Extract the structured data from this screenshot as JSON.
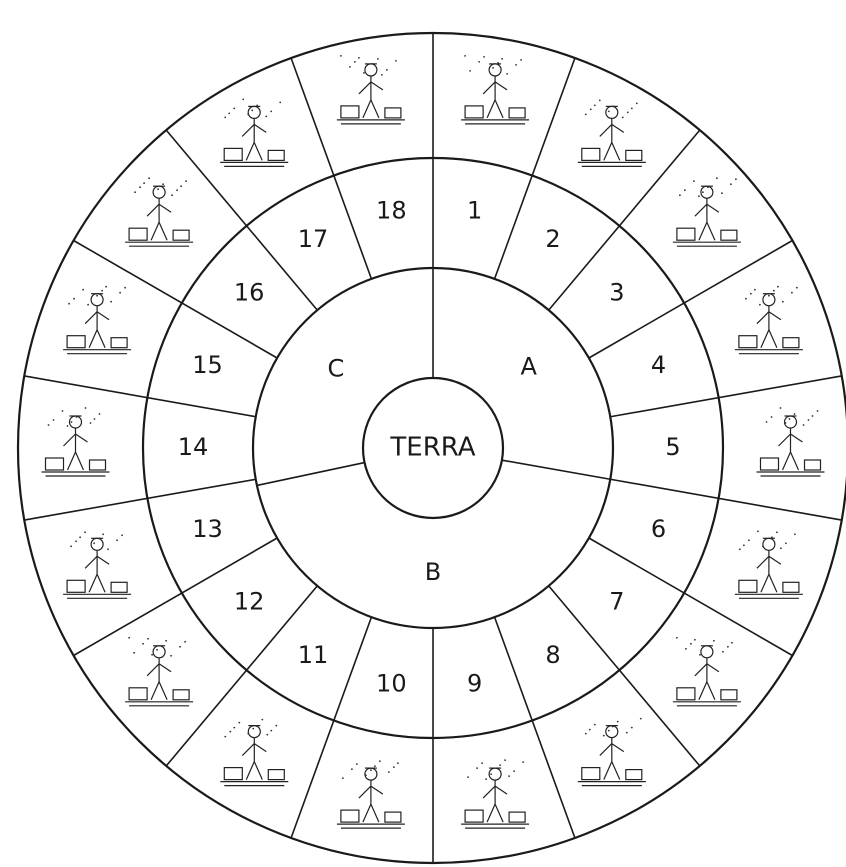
{
  "center": {
    "label": "TERRA"
  },
  "groups": [
    {
      "letter": "A"
    },
    {
      "letter": "B"
    },
    {
      "letter": "C"
    }
  ],
  "steps": [
    "1",
    "2",
    "3",
    "4",
    "5",
    "6",
    "7",
    "8",
    "9",
    "10",
    "11",
    "12",
    "13",
    "14",
    "15",
    "16",
    "17",
    "18"
  ],
  "colors": {
    "ink": "#1a1a1a",
    "paper": "#ffffff"
  }
}
